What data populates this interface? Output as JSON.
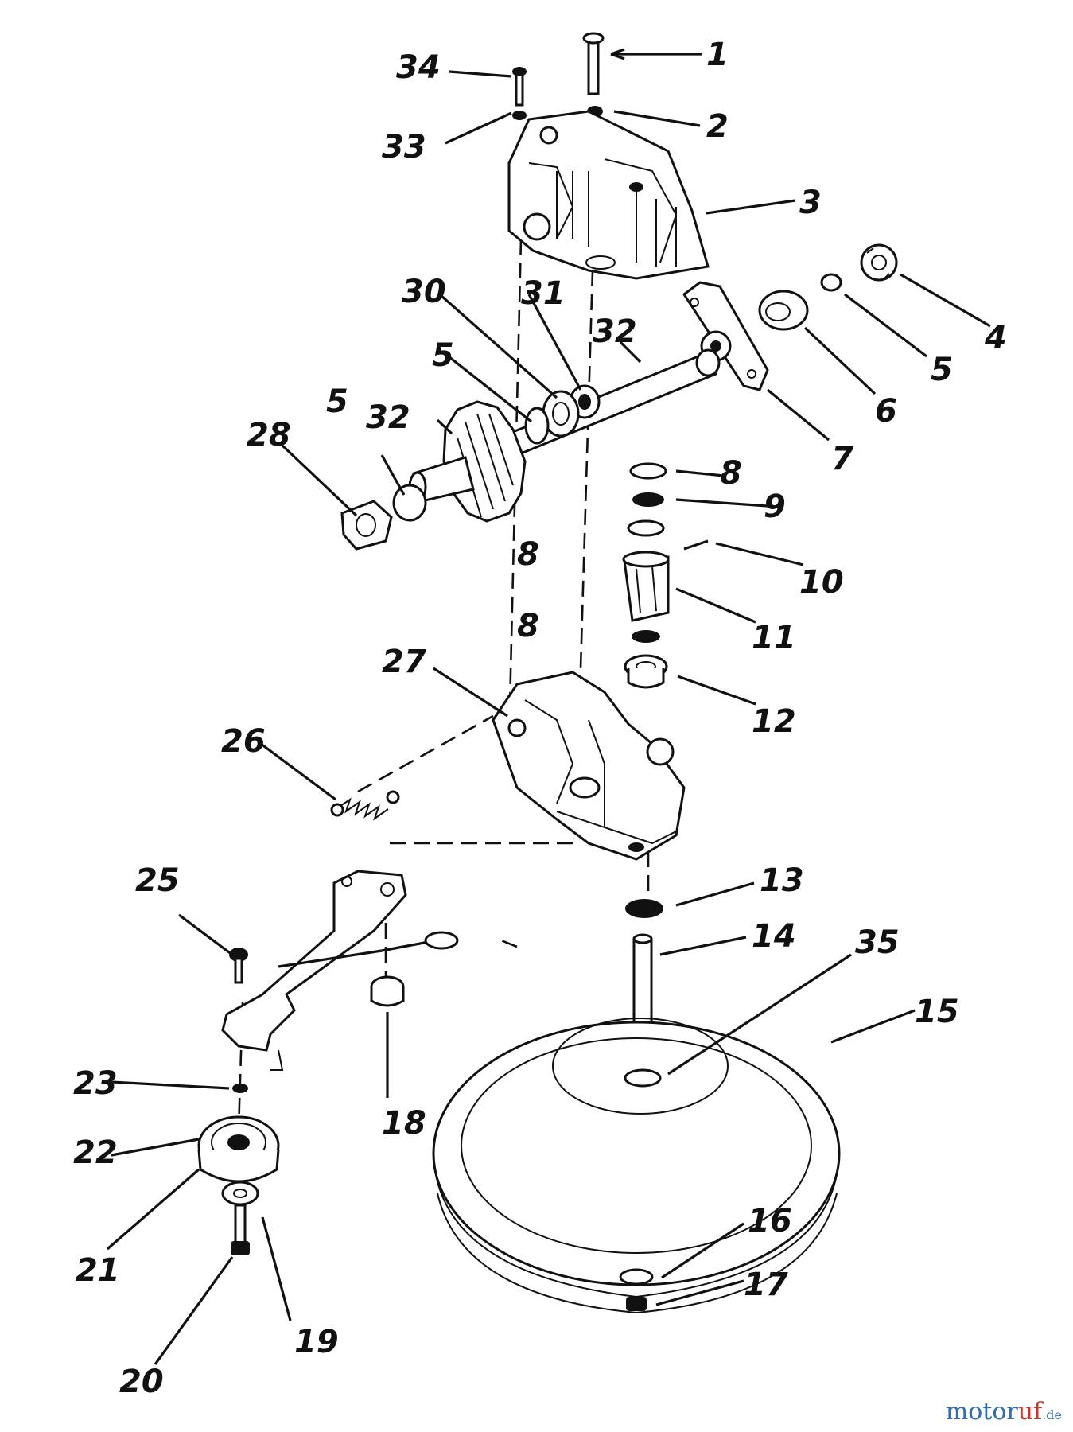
{
  "labels": {
    "l1": "1",
    "l2": "2",
    "l3": "3",
    "l4": "4",
    "l5a": "5",
    "l5b": "5",
    "l5c": "5",
    "l6": "6",
    "l7": "7",
    "l8a": "8",
    "l8b": "8",
    "l8c": "8",
    "l9": "9",
    "l10": "10",
    "l11": "11",
    "l12": "12",
    "l13": "13",
    "l14": "14",
    "l15": "15",
    "l16": "16",
    "l17": "17",
    "l18": "18",
    "l19": "19",
    "l20": "20",
    "l21": "21",
    "l22": "22",
    "l23": "23",
    "l25": "25",
    "l26": "26",
    "l27": "27",
    "l28": "28",
    "l30": "30",
    "l31": "31",
    "l32a": "32",
    "l32b": "32",
    "l33": "33",
    "l34": "34",
    "l35": "35"
  },
  "watermark": {
    "brand_a": "motor",
    "brand_b": "uf",
    "tld": ".de"
  }
}
